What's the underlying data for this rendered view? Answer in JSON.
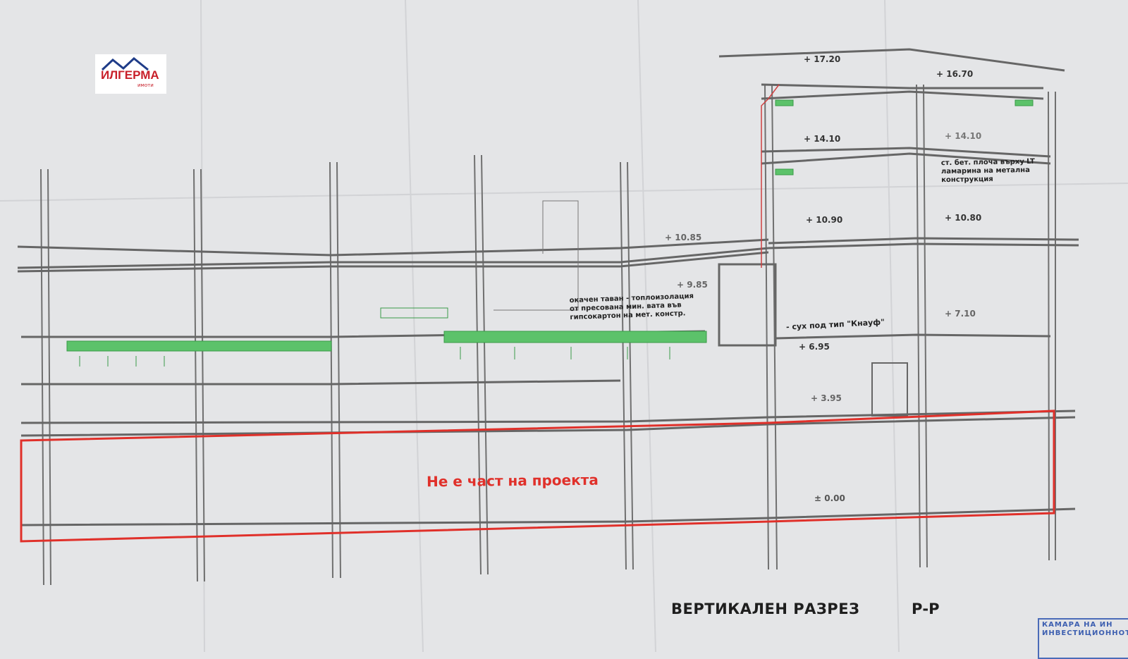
{
  "logo": {
    "name": "ИЛГЕРМА",
    "subtitle": "имоти"
  },
  "elevations": {
    "e1720": "+ 17.20",
    "e1670": "+ 16.70",
    "e1410a": "+ 14.10",
    "e1410b": "+ 14.10",
    "e1090": "+ 10.90",
    "e1080": "+ 10.80",
    "e1085": "+ 10.85",
    "e985": "+ 9.85",
    "e710": "+ 7.10",
    "e695": "+ 6.95",
    "e395": "+ 3.95",
    "e000": "± 0.00"
  },
  "notes": {
    "ceiling": [
      "окачен таван - топлоизолация",
      "от пресована мин. вата във",
      "гипсокартон на мет. констр."
    ],
    "slab": [
      "ст. бет. плоча върху LT",
      "ламарина на метална",
      "конструкция"
    ],
    "floor": "- сух под тип \"Кнауф\""
  },
  "excluded_note": "Не е част на проекта",
  "title": "ВЕРТИКАЛЕН РАЗРЕЗ",
  "title_suffix": "Р-Р",
  "stamp": [
    "КАМАРА НА ИН",
    "ИНВЕСТИЦИОННОТО"
  ],
  "colors": {
    "paper": "#e4e5e7",
    "line": "#6b6b6b",
    "duct": "#5cc26a",
    "highlight": "#e0302a",
    "stamp": "#3d5fb0"
  }
}
